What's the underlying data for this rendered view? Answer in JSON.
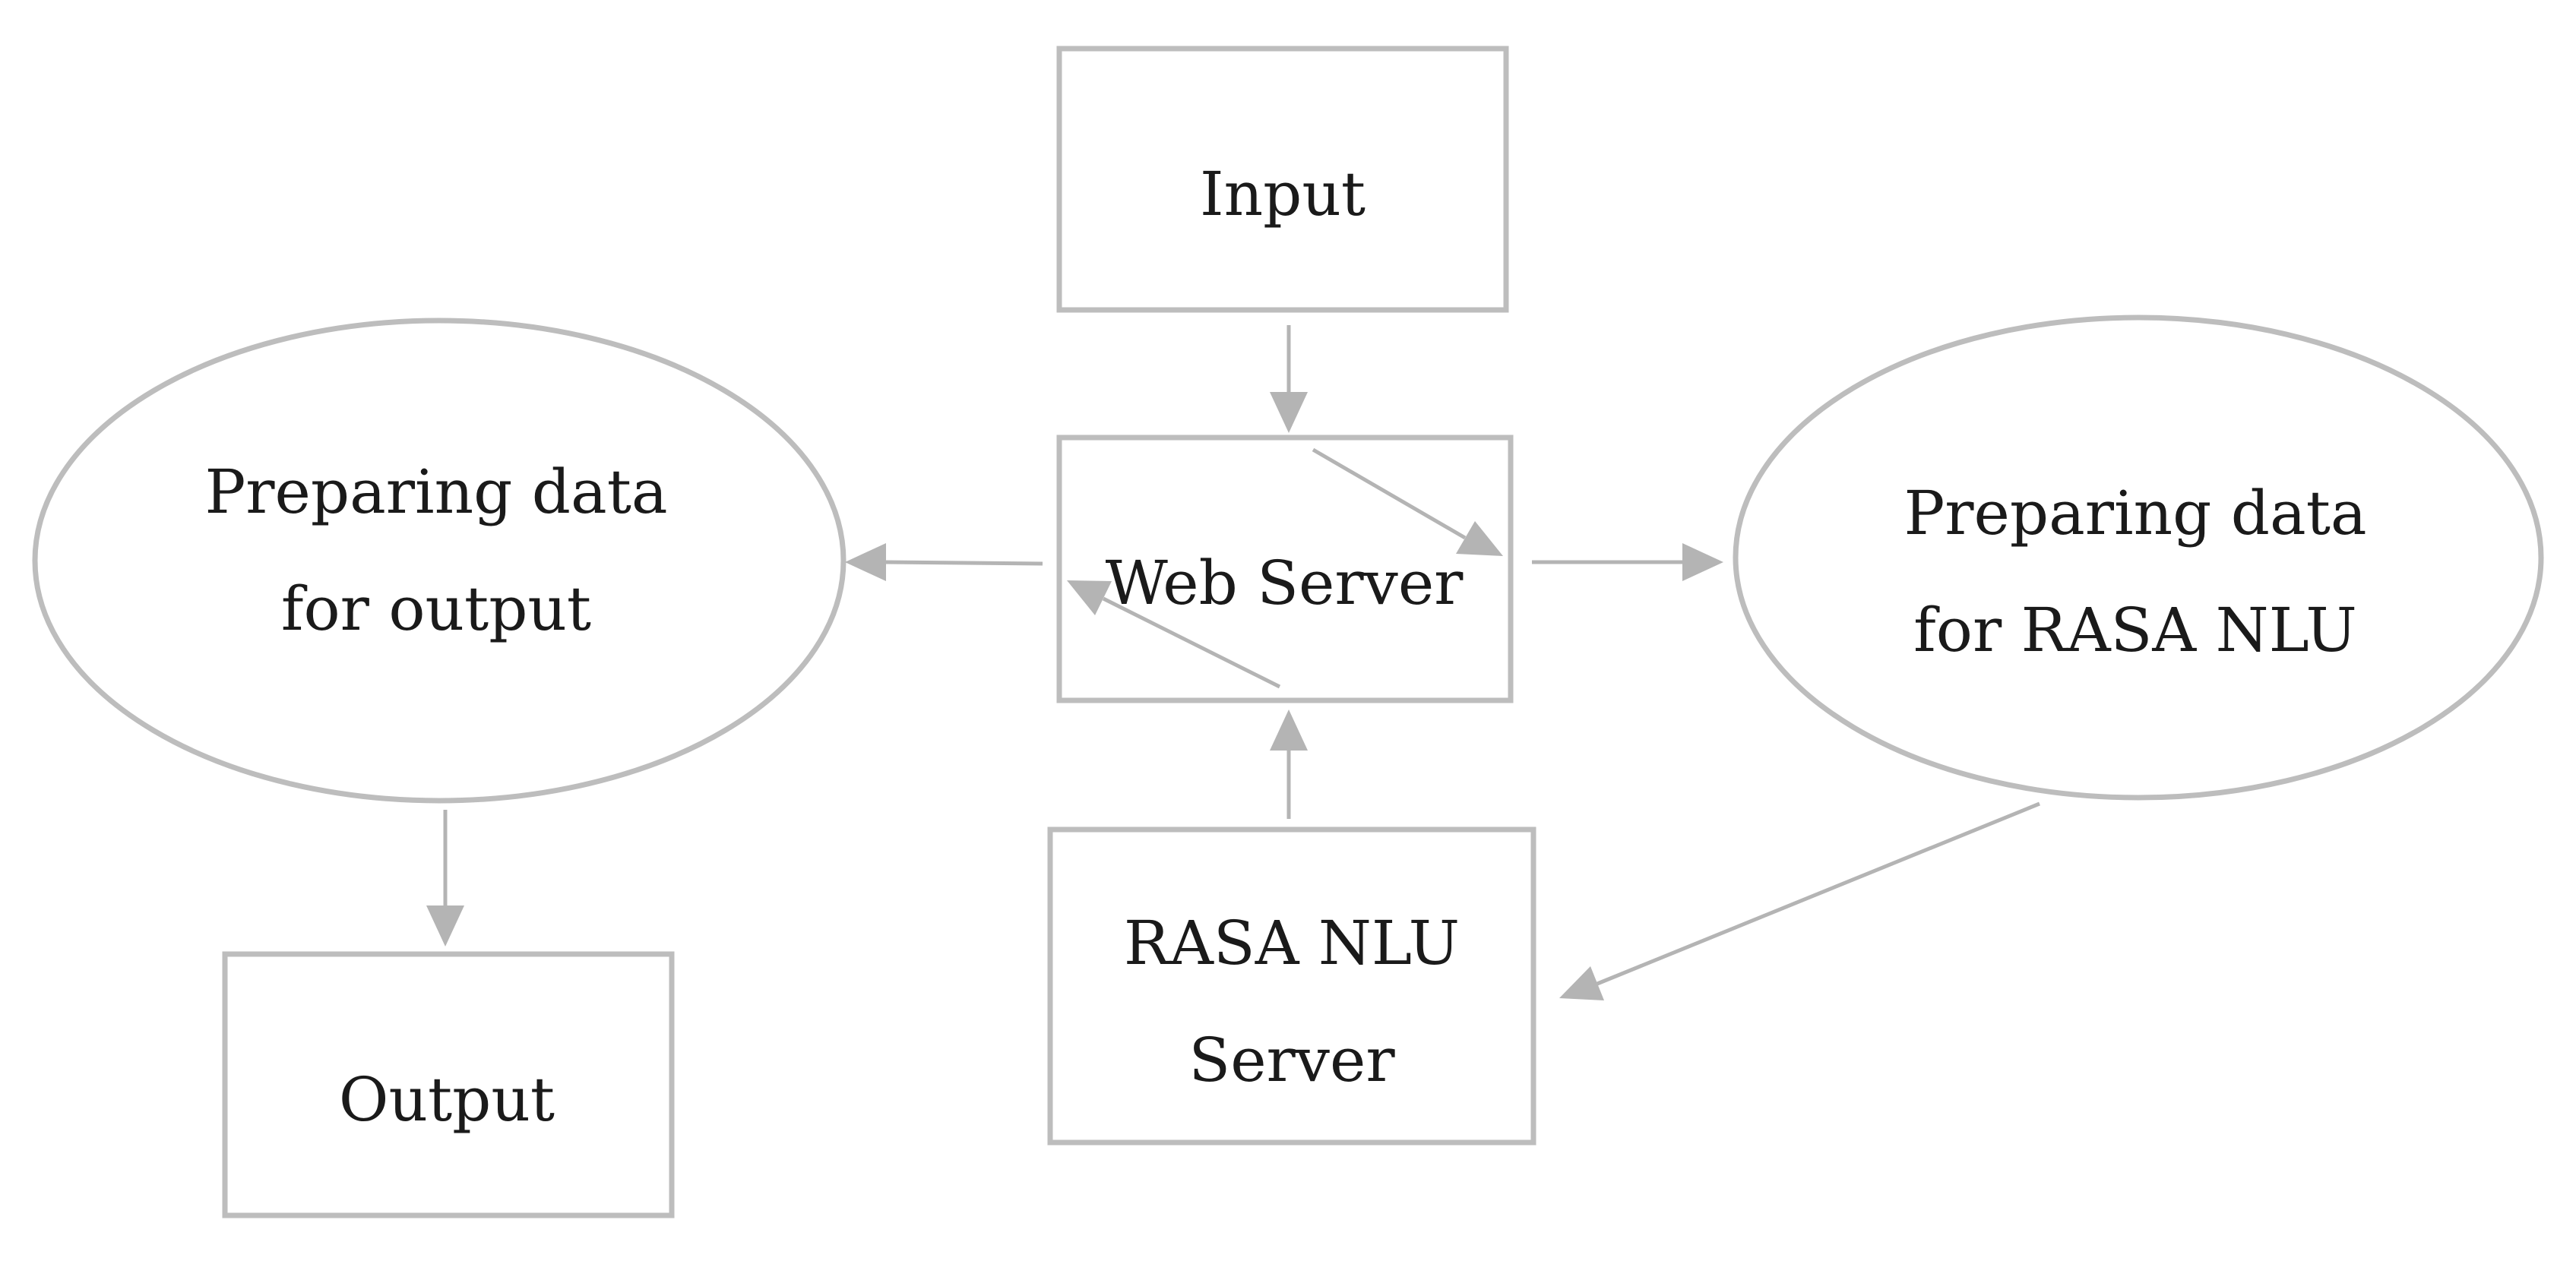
{
  "colors": {
    "shape_stroke": "#bdbdbd",
    "arrow": "#b4b4b4",
    "text": "#1a1a1a",
    "background": "#ffffff"
  },
  "nodes": {
    "input": {
      "label": "Input"
    },
    "web_server": {
      "label": "Web Server"
    },
    "prep_output": {
      "label_line1": "Preparing data",
      "label_line2": "for output"
    },
    "prep_rasa": {
      "label_line1": "Preparing data",
      "label_line2": "for RASA NLU"
    },
    "rasa_server": {
      "label_line1": "RASA NLU",
      "label_line2": "Server"
    },
    "output": {
      "label": "Output"
    }
  },
  "edges": [
    {
      "from": "input",
      "to": "web_server"
    },
    {
      "from": "web_server",
      "to": "prep_rasa"
    },
    {
      "from": "prep_rasa",
      "to": "rasa_server"
    },
    {
      "from": "rasa_server",
      "to": "web_server"
    },
    {
      "from": "web_server",
      "to": "prep_output"
    },
    {
      "from": "prep_output",
      "to": "output"
    }
  ]
}
